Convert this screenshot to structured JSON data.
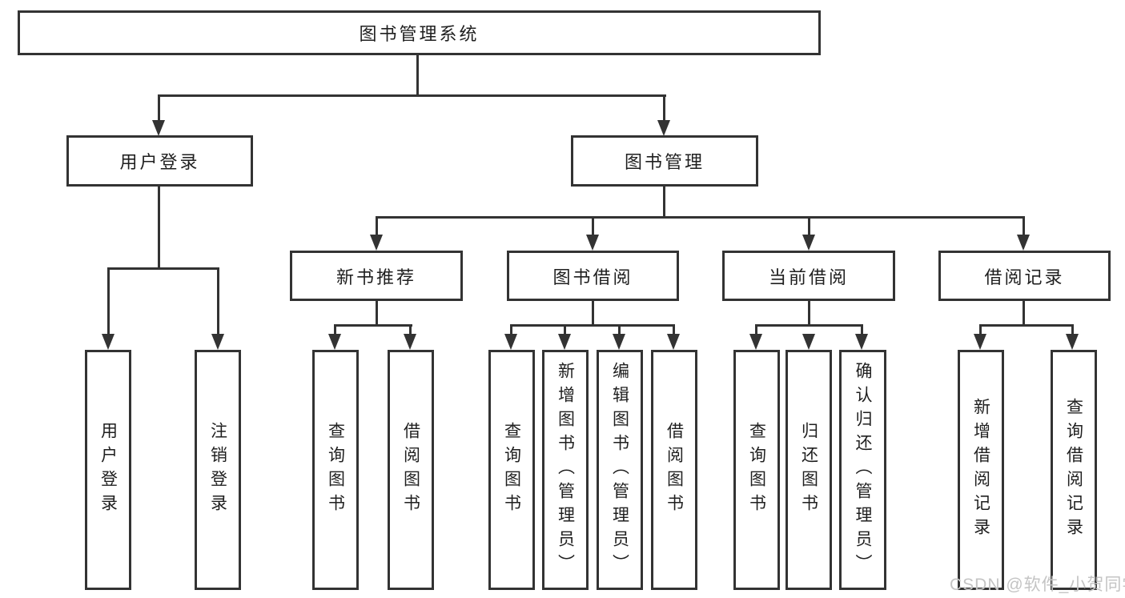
{
  "diagram": {
    "root": {
      "label": "图书管理系统"
    },
    "level2": [
      {
        "label": "用户登录"
      },
      {
        "label": "图书管理"
      }
    ],
    "level3": [
      {
        "label": "新书推荐"
      },
      {
        "label": "图书借阅"
      },
      {
        "label": "当前借阅"
      },
      {
        "label": "借阅记录"
      }
    ],
    "leaves": {
      "user_login": [
        {
          "label": "用户登录"
        },
        {
          "label": "注销登录"
        }
      ],
      "new_book_recommend": [
        {
          "label": "查询图书"
        },
        {
          "label": "借阅图书"
        }
      ],
      "book_borrow": [
        {
          "label": "查询图书"
        },
        {
          "label": "新增图书（管理员）"
        },
        {
          "label": "编辑图书（管理员）"
        },
        {
          "label": "借阅图书"
        }
      ],
      "current_borrow": [
        {
          "label": "查询图书"
        },
        {
          "label": "归还图书"
        },
        {
          "label": "确认归还（管理员）"
        }
      ],
      "borrow_records": [
        {
          "label": "新增借阅记录"
        },
        {
          "label": "查询借阅记录"
        }
      ]
    }
  },
  "watermark": {
    "text": "CSDN @软件_小贺同学"
  },
  "colors": {
    "line": "#333333",
    "text": "#1f1f1f",
    "watermark": "#c4c4c4",
    "background": "#ffffff"
  }
}
